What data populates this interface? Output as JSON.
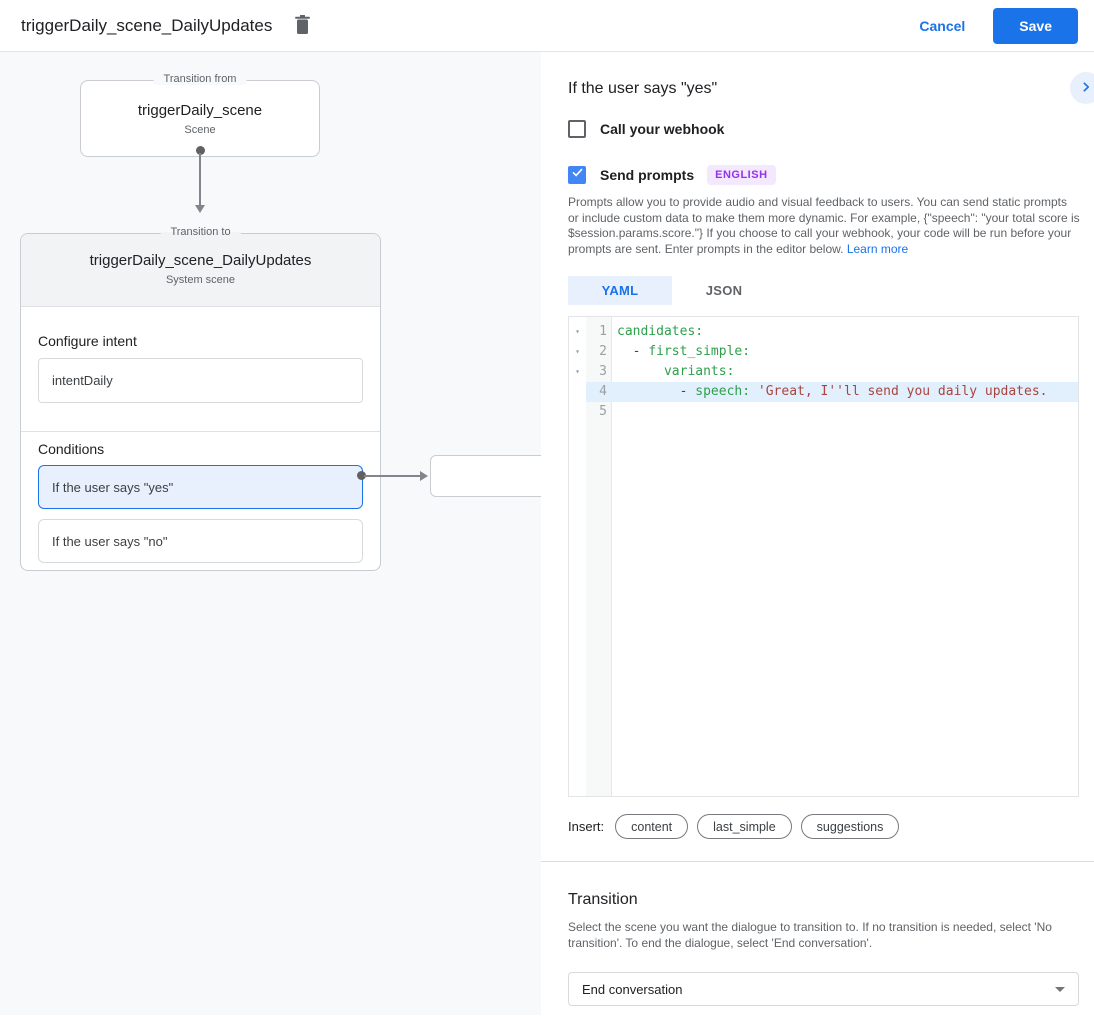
{
  "topbar": {
    "title": "triggerDaily_scene_DailyUpdates",
    "cancel": "Cancel",
    "save": "Save"
  },
  "canvas": {
    "from_card": {
      "frame": "Transition from",
      "name": "triggerDaily_scene",
      "type": "Scene"
    },
    "to_card": {
      "frame": "Transition to",
      "name": "triggerDaily_scene_DailyUpdates",
      "type": "System scene",
      "intent_heading": "Configure intent",
      "intent_value": "intentDaily",
      "conditions_heading": "Conditions",
      "conditions": [
        {
          "label": "If the user says \"yes\"",
          "selected": true
        },
        {
          "label": "If the user says \"no\"",
          "selected": false
        }
      ]
    }
  },
  "panel": {
    "heading": "If the user says \"yes\"",
    "webhook_label": "Call your webhook",
    "prompts_label": "Send prompts",
    "language_badge": "ENGLISH",
    "description": "Prompts allow you to provide audio and visual feedback to users. You can send static prompts or include custom data to make them more dynamic. For example, {\"speech\": \"your total score is $session.params.score.\"} If you choose to call your webhook, your code will be run before your prompts are sent. Enter prompts in the editor below. ",
    "learn_more": "Learn more",
    "tabs": [
      {
        "label": "YAML",
        "active": true
      },
      {
        "label": "JSON",
        "active": false
      }
    ],
    "editor": {
      "lines": [
        {
          "num": "1",
          "fold": true,
          "highlight": false,
          "segments": [
            [
              "key",
              "candidates:"
            ]
          ]
        },
        {
          "num": "2",
          "fold": true,
          "highlight": false,
          "segments": [
            [
              "plain",
              "  "
            ],
            [
              "punct",
              "- "
            ],
            [
              "key",
              "first_simple:"
            ]
          ]
        },
        {
          "num": "3",
          "fold": true,
          "highlight": false,
          "segments": [
            [
              "plain",
              "      "
            ],
            [
              "key",
              "variants:"
            ]
          ]
        },
        {
          "num": "4",
          "fold": false,
          "highlight": true,
          "segments": [
            [
              "plain",
              "        "
            ],
            [
              "punct",
              "- "
            ],
            [
              "key",
              "speech: "
            ],
            [
              "str",
              "'Great, I''ll send you daily updates."
            ]
          ]
        },
        {
          "num": "5",
          "fold": false,
          "highlight": false,
          "segments": []
        }
      ]
    },
    "insert_label": "Insert:",
    "insert_pills": [
      "content",
      "last_simple",
      "suggestions"
    ],
    "transition": {
      "heading": "Transition",
      "description": "Select the scene you want the dialogue to transition to. If no transition is needed, select 'No transition'. To end the dialogue, select 'End conversation'.",
      "value": "End conversation"
    }
  },
  "colors": {
    "accent": "#1a73e8",
    "selection_fill": "#e8f0fe",
    "badge_bg": "#f3e8fd",
    "badge_text": "#9334e6",
    "yaml_key": "#2ea04c",
    "yaml_string": "#a94541",
    "line_highlight": "#e2effc",
    "canvas_bg": "#f8f9fa"
  }
}
